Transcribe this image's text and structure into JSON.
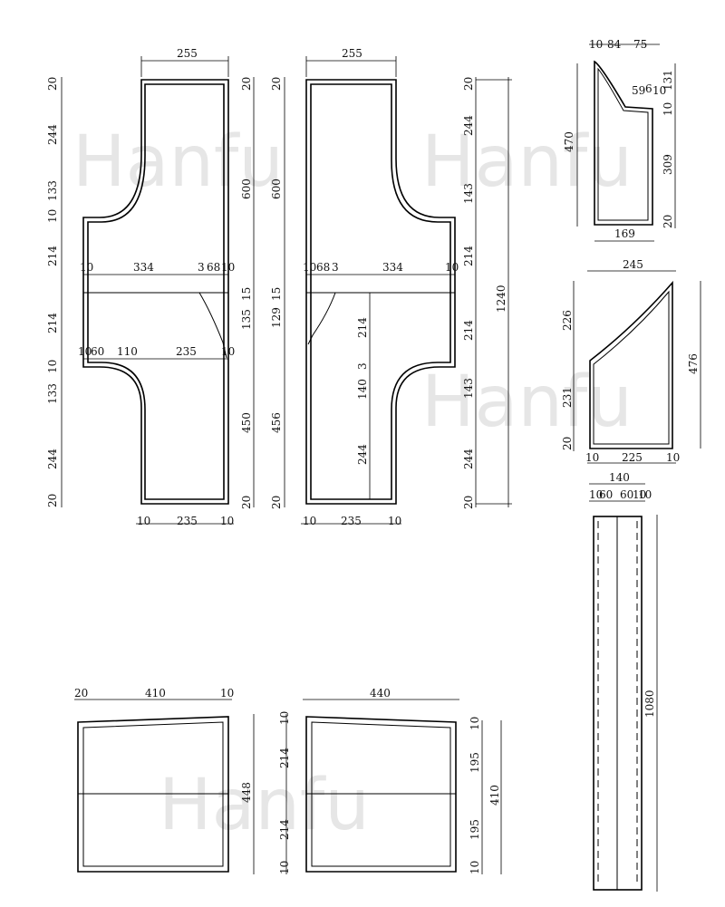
{
  "watermarks": [
    "Hanfu",
    "Hanfu",
    "Hanfu",
    "Hanfu"
  ],
  "front_left": {
    "top_width": "255",
    "left_dims": [
      "20",
      "244",
      "133",
      "10",
      "214",
      "214",
      "10",
      "133",
      "244",
      "20"
    ],
    "right_dims": [
      "20",
      "600",
      "15",
      "135",
      "450",
      "20"
    ],
    "mid_row": [
      "10",
      "334",
      "3",
      "68",
      "10"
    ],
    "lower_row": [
      "10",
      "60",
      "110",
      "235",
      "10"
    ],
    "bottom_row": [
      "10",
      "235",
      "10"
    ]
  },
  "front_right": {
    "top_width": "255",
    "left_dims": [
      "20",
      "600",
      "15",
      "129",
      "456",
      "20"
    ],
    "right_dims": [
      "20",
      "244",
      "143",
      "214",
      "214",
      "143",
      "244",
      "20"
    ],
    "overall": "1240",
    "mid_row": [
      "10",
      "68",
      "3",
      "334",
      "10"
    ],
    "inner_dims": [
      "214",
      "3",
      "140",
      "244"
    ],
    "bottom_row": [
      "10",
      "235",
      "10"
    ]
  },
  "piece_top_right": {
    "top_row": [
      "10",
      "84",
      "75"
    ],
    "notch_row": [
      "59",
      "6",
      "10"
    ],
    "left": "470",
    "right_dims": [
      "131",
      "10",
      "309",
      "20"
    ],
    "bottom": "169"
  },
  "piece_mid_right": {
    "top": "245",
    "left_dims": [
      "226",
      "231",
      "20"
    ],
    "right": "476",
    "bottom_row": [
      "10",
      "225",
      "10"
    ]
  },
  "sleeve_strip": {
    "top": "140",
    "sub_row": [
      "10",
      "60",
      "60",
      "10",
      "10"
    ],
    "length": "1080"
  },
  "bottom_left": {
    "top_row": [
      "20",
      "410",
      "10"
    ],
    "right": "448"
  },
  "bottom_right": {
    "top": "440",
    "left_dims": [
      "10",
      "214",
      "214",
      "10"
    ],
    "right_dims": [
      "10",
      "195",
      "410",
      "195",
      "10"
    ]
  }
}
